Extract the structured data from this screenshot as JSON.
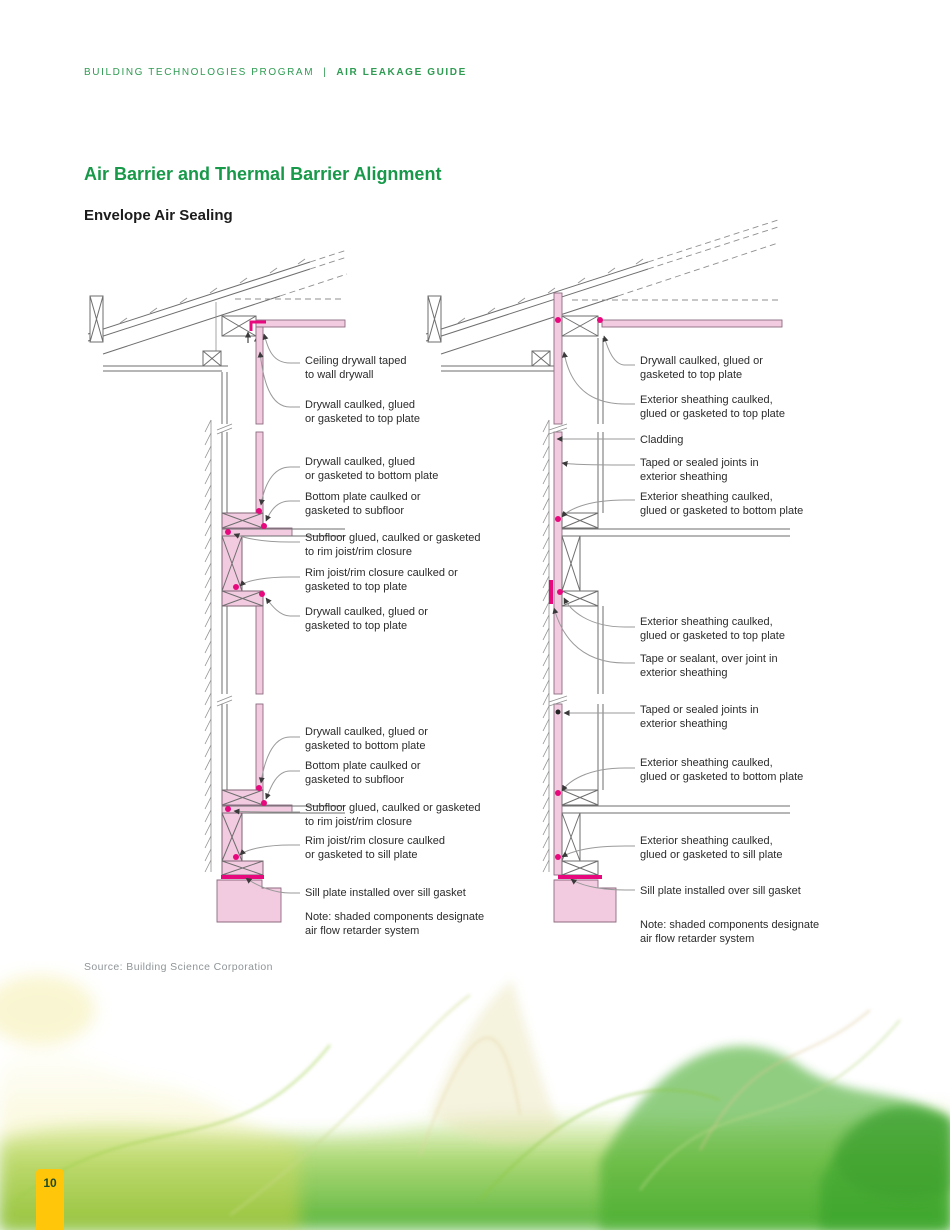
{
  "page": {
    "header": {
      "program": "BUILDING TECHNOLOGIES PROGRAM",
      "separator": "|",
      "guide": "AIR LEAKAGE GUIDE"
    },
    "title": "Air Barrier and Thermal Barrier Alignment",
    "subtitle": "Envelope Air Sealing",
    "source": "Source: Building Science Corporation",
    "page_number": "10"
  },
  "colors": {
    "accent_green": "#18994a",
    "diagram_pink": "#f3cbe1",
    "seal_magenta": "#e8087e",
    "page_tab_yellow": "#ffc60a"
  },
  "figure": {
    "diagram_left": {
      "name": "interior drywall air barrier cross-section",
      "labels": [
        "Ceiling drywall taped\nto wall drywall",
        "Drywall caulked, glued\nor gasketed to top plate",
        "Drywall caulked, glued\nor gasketed to bottom plate",
        "Bottom plate caulked or\ngasketed to subfloor",
        "Subfloor glued, caulked or gasketed\nto rim joist/rim closure",
        "Rim joist/rim closure caulked or\ngasketed to top plate",
        "Drywall caulked, glued or\ngasketed to top plate",
        "Drywall caulked, glued or\ngasketed to bottom plate",
        "Bottom plate caulked or\ngasketed to subfloor",
        "Subfloor glued, caulked or gasketed\nto rim joist/rim closure",
        "Rim joist/rim closure caulked\nor gasketed to sill plate",
        "Sill plate installed over sill gasket"
      ],
      "note": "Note: shaded components designate\nair flow retarder system"
    },
    "diagram_right": {
      "name": "exterior sheathing air barrier cross-section",
      "labels": [
        "Drywall caulked, glued or\ngasketed to top plate",
        "Exterior sheathing caulked,\nglued or gasketed to top plate",
        "Cladding",
        "Taped or sealed joints in\nexterior sheathing",
        "Exterior sheathing caulked,\nglued or gasketed to bottom plate",
        "Exterior sheathing caulked,\nglued or gasketed to top plate",
        "Tape or sealant, over joint in\nexterior sheathing",
        "Taped or sealed joints in\nexterior sheathing",
        "Exterior sheathing caulked,\nglued or gasketed to bottom plate",
        "Exterior sheathing caulked,\nglued or gasketed to sill plate",
        "Sill plate installed over sill gasket"
      ],
      "note": "Note: shaded components designate\nair flow retarder system"
    }
  }
}
